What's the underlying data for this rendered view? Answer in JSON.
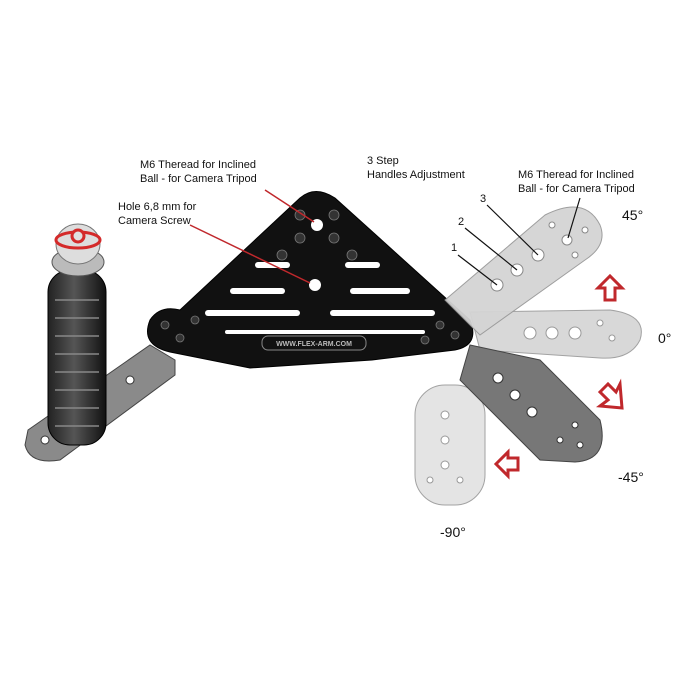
{
  "labels": {
    "m6_left_line1": "M6 Theread for Inclined",
    "m6_left_line2": "Ball - for Camera Tripod",
    "hole_line1": "Hole 6,8 mm for",
    "hole_line2": "Camera Screw",
    "step_line1": "3 Step",
    "step_line2": "Handles Adjustment",
    "m6_right_line1": "M6 Theread for Inclined",
    "m6_right_line2": "Ball - for Camera Tripod",
    "step_1": "1",
    "step_2": "2",
    "step_3": "3"
  },
  "angles": {
    "a45": "45°",
    "a0": "0°",
    "am45": "-45°",
    "am90": "-90°"
  },
  "plate_logo": "WWW.FLEX-ARM.COM",
  "colors": {
    "plate": "#111111",
    "handle_light": "#d4d4d4",
    "handle_dark": "#777777",
    "arrow": "#c0282c",
    "accent_ring": "#d42a2a"
  }
}
